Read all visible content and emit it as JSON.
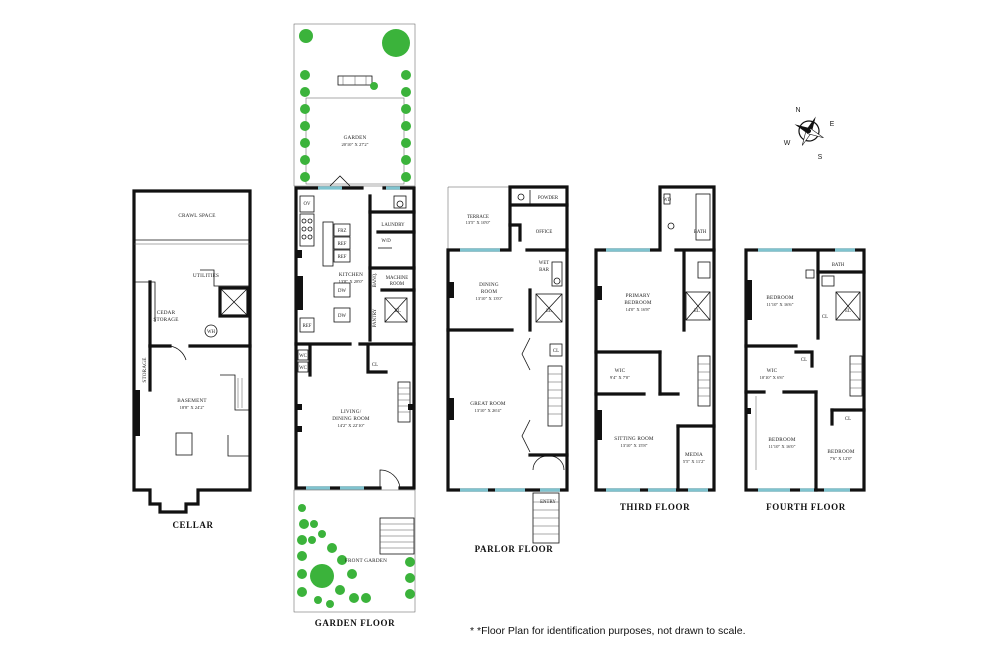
{
  "floors": {
    "cellar": {
      "title": "CELLAR",
      "rooms": {
        "crawl_space": "CRAWL SPACE",
        "utilities": "UTILITIES",
        "cedar_storage": "CEDAR\nSTORAGE",
        "wh": "WH",
        "storage": "STORAGE",
        "basement": "BASEMENT",
        "basement_dim": "18'8\" X 24'2\""
      }
    },
    "garden": {
      "title": "GARDEN FLOOR",
      "rooms": {
        "garden": "GARDEN",
        "garden_dim": "20'10\" X 27'2\"",
        "ov": "OV",
        "frz": "FRZ",
        "ref1": "REF",
        "ref2": "REF",
        "laundry": "LAUNDRY",
        "wd": "W/D",
        "kitchen": "KITCHEN",
        "kitchen_dim": "13'8\" X 28'0\"",
        "banq": "BANQ.",
        "machine_room": "MACHINE\nROOM",
        "dw1": "DW",
        "dw2": "DW",
        "pantry": "PANTRY",
        "el": "EL",
        "ref3": "REF",
        "wc1": "WC",
        "wc2": "WC",
        "cl": "CL",
        "living": "LIVING/\nDINING ROOM",
        "living_dim": "14'2\" X 22'10\"",
        "front_garden": "FRONT GARDEN"
      }
    },
    "parlor": {
      "title": "PARLOR FLOOR",
      "rooms": {
        "terrace": "TERRACE",
        "terrace_dim": "13'5\" X 10'0\"",
        "powder": "POWDER",
        "office": "OFFICE",
        "wet_bar": "WET\nBAR",
        "dining": "DINING\nROOM",
        "dining_dim": "13'10\" X 13'0\"",
        "el": "EL",
        "cl": "CL",
        "great_room": "GREAT ROOM",
        "great_dim": "13'10\" X 26'4\"",
        "entry": "ENTRY"
      }
    },
    "third": {
      "title": "THIRD FLOOR",
      "rooms": {
        "bath": "BATH",
        "primary": "PRIMARY\nBEDROOM",
        "primary_dim": "14'0\" X 16'8\"",
        "el": "EL",
        "wic": "WIC",
        "wic_dim": "9'4\" X 7'0\"",
        "sitting": "SITTING ROOM",
        "sitting_dim": "13'10\" X 15'8\"",
        "media": "MEDIA",
        "media_dim": "5'5\" X 11'2\"",
        "wd": "WD"
      }
    },
    "fourth": {
      "title": "FOURTH FLOOR",
      "rooms": {
        "bath": "BATH",
        "bedroom1": "BEDROOM",
        "bedroom1_dim": "11'10\" X 16'6\"",
        "cl1": "CL",
        "el": "EL",
        "cl2": "CL",
        "wic": "WIC",
        "wic_dim": "10'10\" X 6'6\"",
        "bedroom2": "BEDROOM",
        "bedroom2_dim": "11'10\" X 16'0\"",
        "cl3": "CL",
        "bedroom3": "BEDROOM",
        "bedroom3_dim": "7'6\" X 12'0\""
      }
    }
  },
  "compass": {
    "n": "N",
    "e": "E",
    "s": "S",
    "w": "W"
  },
  "footnote": "* *Floor Plan for identification purposes, not drawn to scale.",
  "colors": {
    "wall": "#111111",
    "window": "#7fc3cf",
    "tree": "#3bb33b"
  }
}
